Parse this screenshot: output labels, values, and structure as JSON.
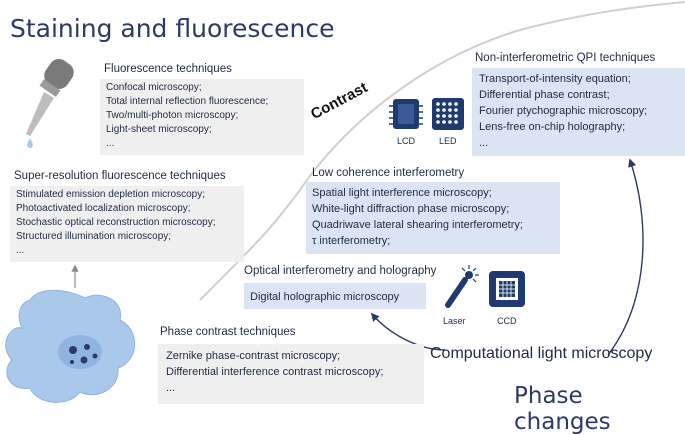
{
  "headers": {
    "staining": "Staining and fluorescence",
    "phase": "Phase changes",
    "computational": "Computational light microscopy",
    "contrast": "Contrast"
  },
  "sections": {
    "fluorescence": {
      "title": "Fluorescence techniques",
      "items": [
        "Confocal microscopy;",
        "Total internal reflection fluorescence;",
        "Two/multi-photon microscopy;",
        "Light-sheet microscopy;",
        "..."
      ]
    },
    "super_resolution": {
      "title": "Super-resolution fluorescence techniques",
      "items": [
        "Stimulated emission depletion microscopy;",
        "Photoactivated localization microscopy;",
        "Stochastic optical reconstruction microscopy;",
        "Structured illumination microscopy;",
        "..."
      ]
    },
    "phase_contrast": {
      "title": "Phase contrast techniques",
      "items": [
        "Zernike phase-contrast microscopy;",
        "Differential interference contrast microscopy;",
        "..."
      ]
    },
    "optical_interferometry": {
      "title": "Optical interferometry and holography",
      "items": [
        "Digital holographic microscopy"
      ]
    },
    "low_coherence": {
      "title": "Low coherence interferometry",
      "items": [
        "Spatial light interference microscopy;",
        "White-light diffraction phase microscopy;",
        "Quadriwave lateral shearing interferometry;",
        "τ interferometry;"
      ]
    },
    "non_interferometric": {
      "title": "Non-interferometric QPI techniques",
      "items": [
        "Transport-of-intensity equation;",
        "Differential phase contrast;",
        "Fourier ptychographic microscopy;",
        "Lens-free on-chip holography;",
        "..."
      ]
    }
  },
  "device_labels": {
    "lcd": "LCD",
    "led": "LED",
    "laser": "Laser",
    "ccd": "CCD"
  },
  "colors": {
    "title_blue": "#2b3a67",
    "box_blue": "#dbe4f3",
    "box_grey": "#efefef",
    "icon_navy": "#1e3a6e",
    "cell_blue": "#a9c8ea"
  }
}
